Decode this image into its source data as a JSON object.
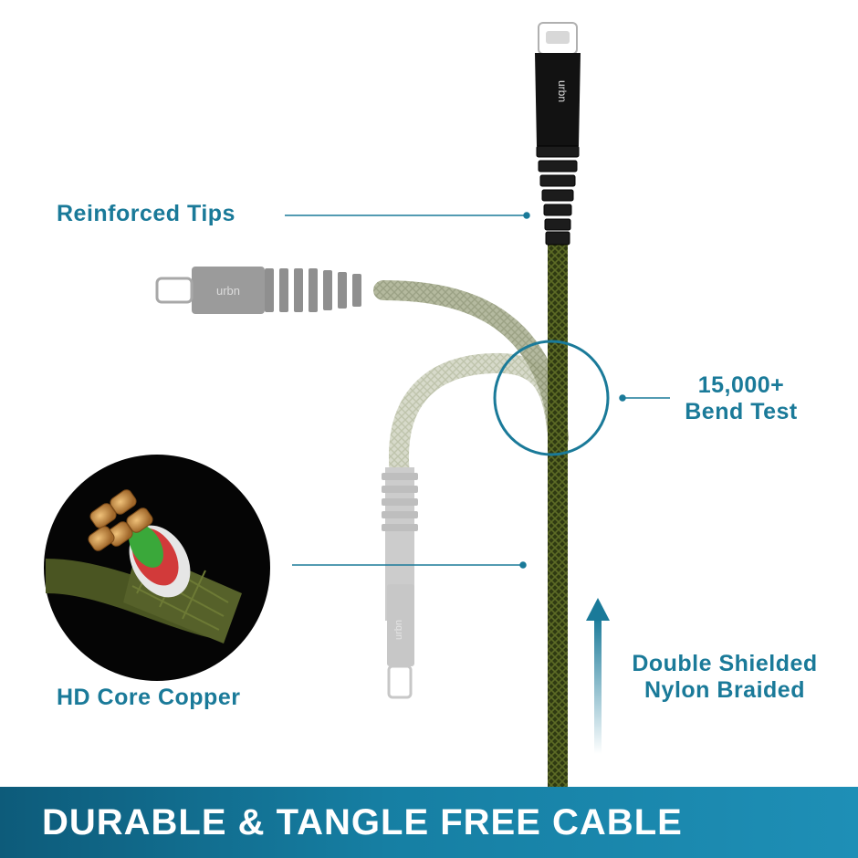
{
  "brand": {
    "logo_text": "urbn"
  },
  "callouts": {
    "reinforced_tips": "Reinforced Tips",
    "bend_test_line1": "15,000+",
    "bend_test_line2": "Bend Test",
    "double_shielded_line1": "Double Shielded",
    "double_shielded_line2": "Nylon Braided",
    "hd_core": "HD Core Copper"
  },
  "banner": {
    "text": "DURABLE & TANGLE FREE CABLE"
  },
  "colors": {
    "accent": "#1a7a99",
    "banner_dark": "#0d5b7a",
    "banner_light": "#1e8fb6",
    "cable_braid": "#3b4a1a",
    "connector_black": "#111111",
    "ghost_gray": "#8a8a8a"
  }
}
